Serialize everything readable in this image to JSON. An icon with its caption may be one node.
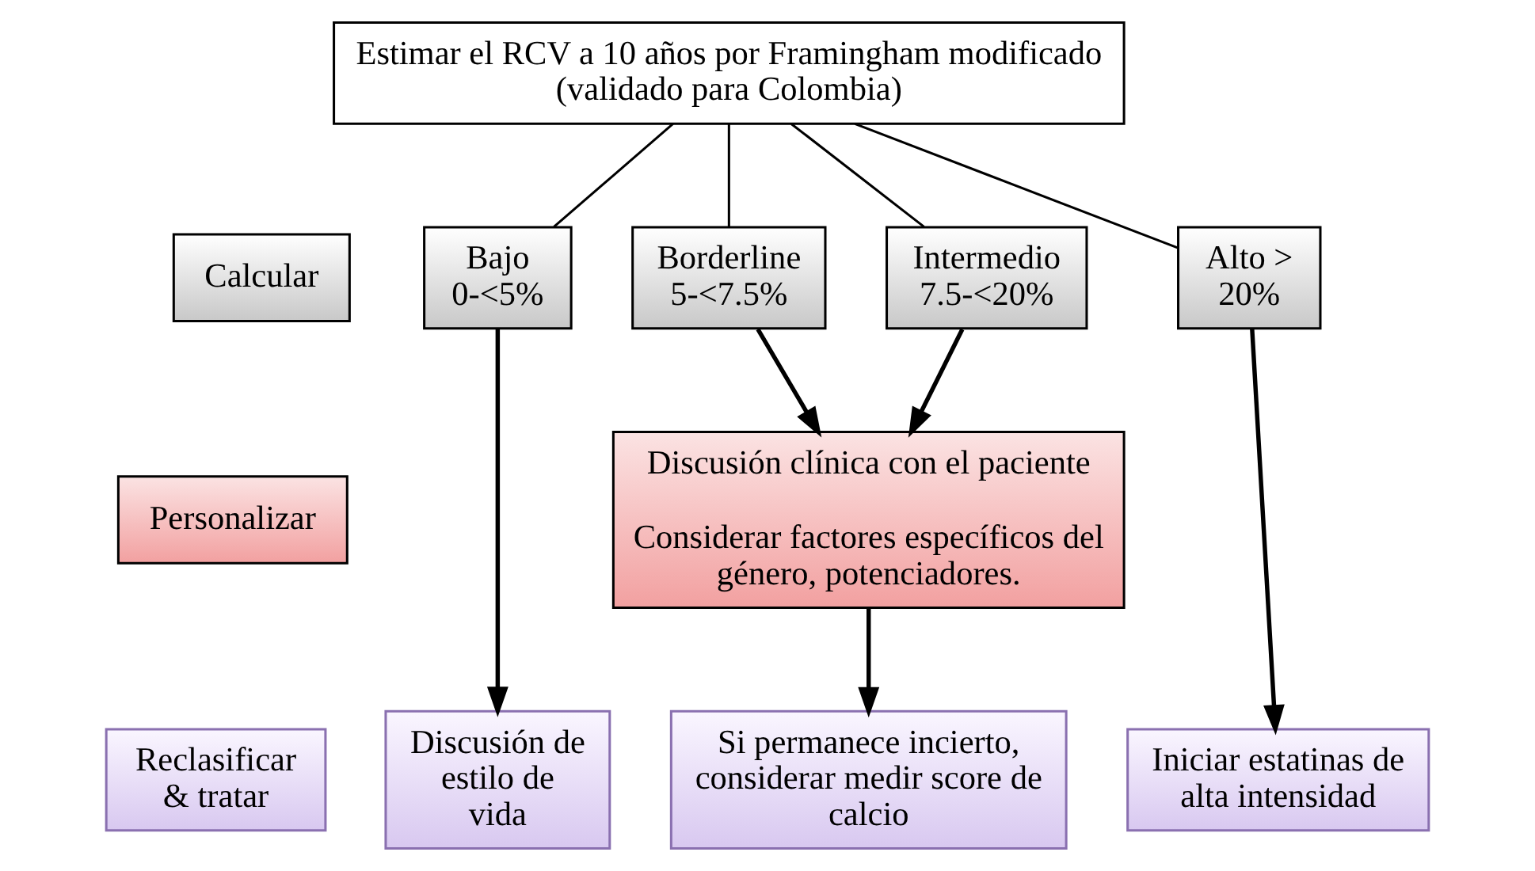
{
  "diagram": {
    "nodes": [
      {
        "text": [
          "Estimar el RCV a 10 años por Framingham modificado (validado para Colombia)"
        ]
      },
      {
        "text": [
          "Calcular"
        ]
      },
      {
        "text": [
          "Bajo 0-<5%"
        ]
      },
      {
        "text": [
          "Borderline 5-<7.5%"
        ]
      },
      {
        "text": [
          "Intermedio 7.5-<20%"
        ]
      },
      {
        "text": [
          "Alto > 20%"
        ]
      },
      {
        "text": [
          "Personalizar"
        ]
      },
      {
        "text": [
          "Discusión clínica con el paciente",
          "Considerar factores específicos del género, potenciadores."
        ]
      },
      {
        "text": [
          "Reclasificar & tratar"
        ]
      },
      {
        "text": [
          "Discusión de estilo de vida"
        ]
      },
      {
        "text": [
          "Si permanece incierto, considerar medir score de calcio"
        ]
      },
      {
        "text": [
          "Iniciar estatinas de alta intensidad"
        ]
      }
    ],
    "edges": [
      {
        "from": 0,
        "to": 2,
        "arrow": "none"
      },
      {
        "from": 0,
        "to": 3,
        "arrow": "none"
      },
      {
        "from": 0,
        "to": 4,
        "arrow": "none"
      },
      {
        "from": 0,
        "to": 5,
        "arrow": "none"
      },
      {
        "from": 2,
        "to": 9,
        "arrow": "to"
      },
      {
        "from": 3,
        "to": 7,
        "arrow": "to"
      },
      {
        "from": 4,
        "to": 7,
        "arrow": "to"
      },
      {
        "from": 7,
        "to": 10,
        "arrow": "to"
      },
      {
        "from": 5,
        "to": 11,
        "arrow": "to"
      }
    ]
  }
}
